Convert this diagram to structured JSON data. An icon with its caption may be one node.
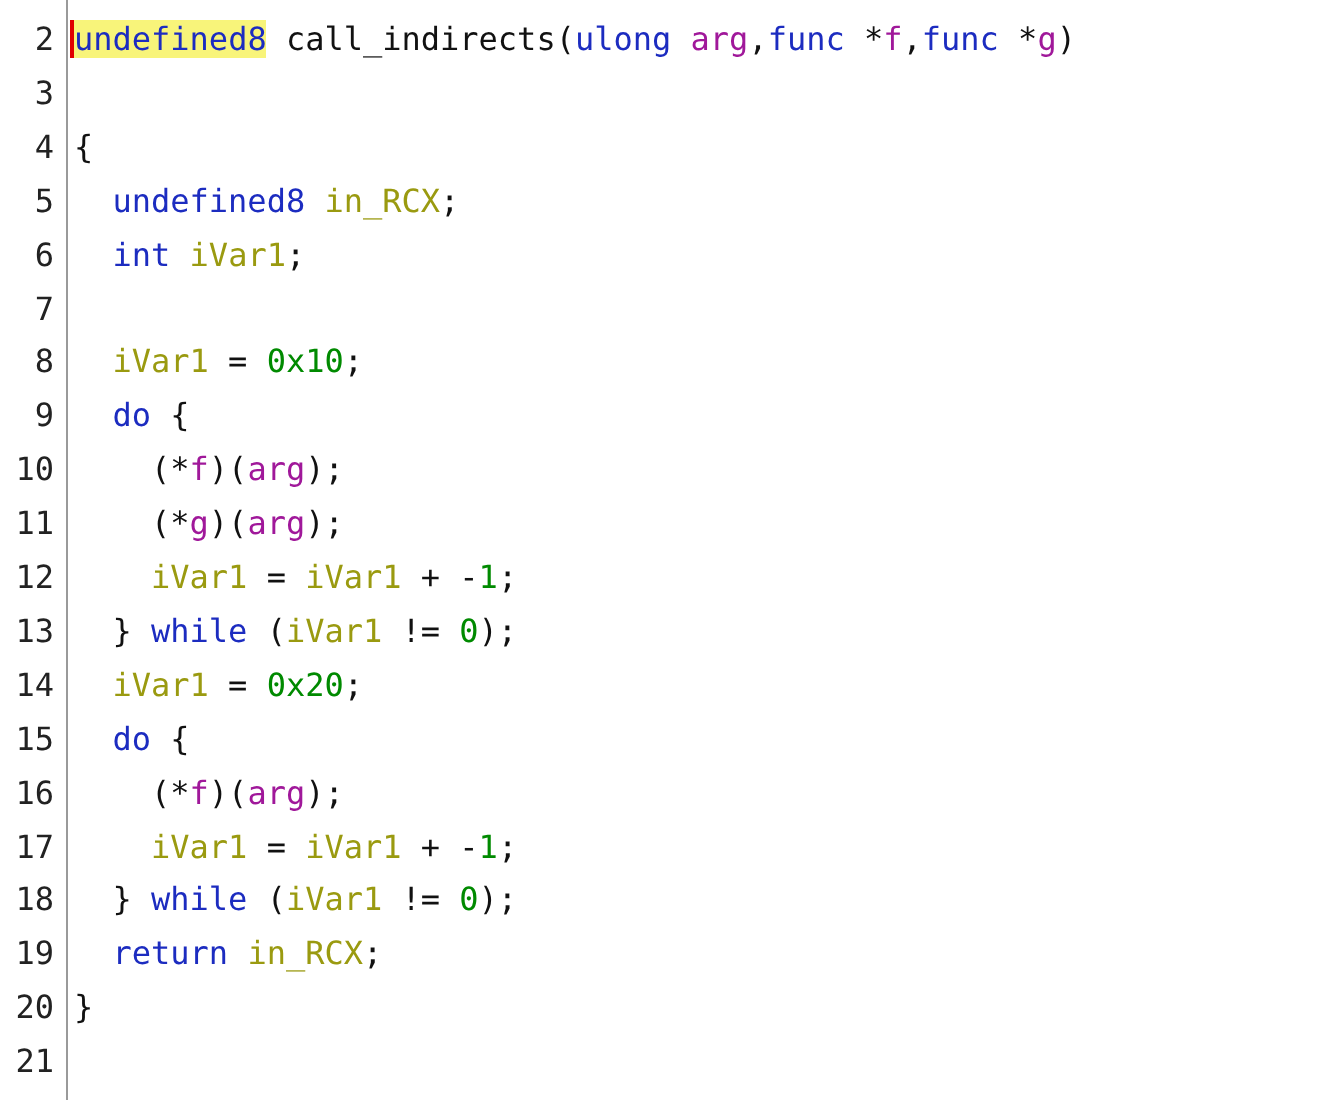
{
  "diagram": {
    "labels": [
      "2",
      "undefined8 call_indirects(ulong arg,func *f,func *g)",
      "3",
      "4",
      "{",
      "5",
      "undefined8 in_RCX;",
      "6",
      "int iVar1;",
      "7",
      "8",
      "iVar1 = 0x10;",
      "9",
      "do {",
      "10",
      "(*f)(arg);",
      "11",
      "(*g)(arg);",
      "12",
      "iVar1 = iVar1 + -1;",
      "13",
      "} while (iVar1 != 0);",
      "14",
      "iVar1 = 0x20;",
      "15",
      "do {",
      "16",
      "(*f)(arg);",
      "17",
      "iVar1 = iVar1 + -1;",
      "18",
      "} while (iVar1 != 0);",
      "19",
      "return in_RCX;",
      "20",
      "}",
      "21"
    ]
  }
}
